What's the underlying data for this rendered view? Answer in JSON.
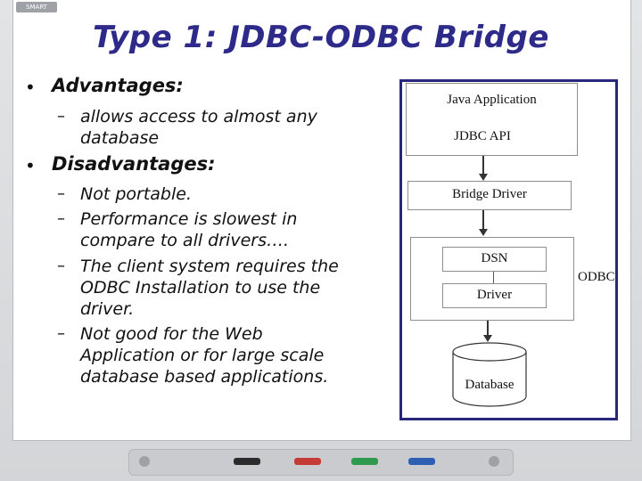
{
  "slide": {
    "title": "Type 1: JDBC-ODBC Bridge",
    "bullet_glyph": "•",
    "dash_glyph": "–",
    "advantages": {
      "heading": "Advantages:",
      "items": [
        [
          "allows access to almost any",
          "database"
        ]
      ]
    },
    "disadvantages": {
      "heading": "Disadvantages:",
      "items": [
        [
          "Not portable."
        ],
        [
          "Performance is slowest in",
          "compare to all drivers…."
        ],
        [
          "The client system requires the",
          "ODBC Installation to use the",
          "driver."
        ],
        [
          "Not good for the Web",
          "Application or for large scale",
          "database based applications."
        ]
      ]
    }
  },
  "diagram": {
    "java_app": "Java Application",
    "jdbc_api": "JDBC API",
    "bridge_driver": "Bridge Driver",
    "dsn": "DSN",
    "driver": "Driver",
    "odbc": "ODBC",
    "database": "Database"
  },
  "whiteboard": {
    "logo_text": "SMART",
    "frame_color": "#26277d",
    "title_color": "#2e2a8a",
    "pen_colors": [
      "#2b2b2b",
      "#c63a35",
      "#2f9a4e",
      "#2f5fb5"
    ]
  }
}
